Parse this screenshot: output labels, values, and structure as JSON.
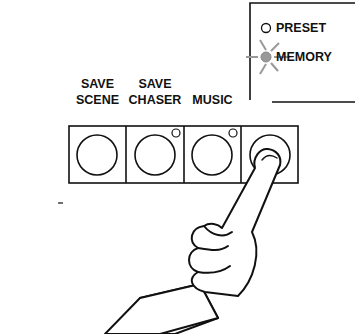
{
  "diagram": {
    "nodes": [
      {
        "text": [
          "SAVE SCENE"
        ]
      },
      {
        "text": [
          "SAVE CHASER"
        ]
      },
      {
        "text": [
          "MUSIC"
        ]
      },
      {
        "text": [
          "PRESET",
          "MEMORY"
        ]
      }
    ]
  }
}
